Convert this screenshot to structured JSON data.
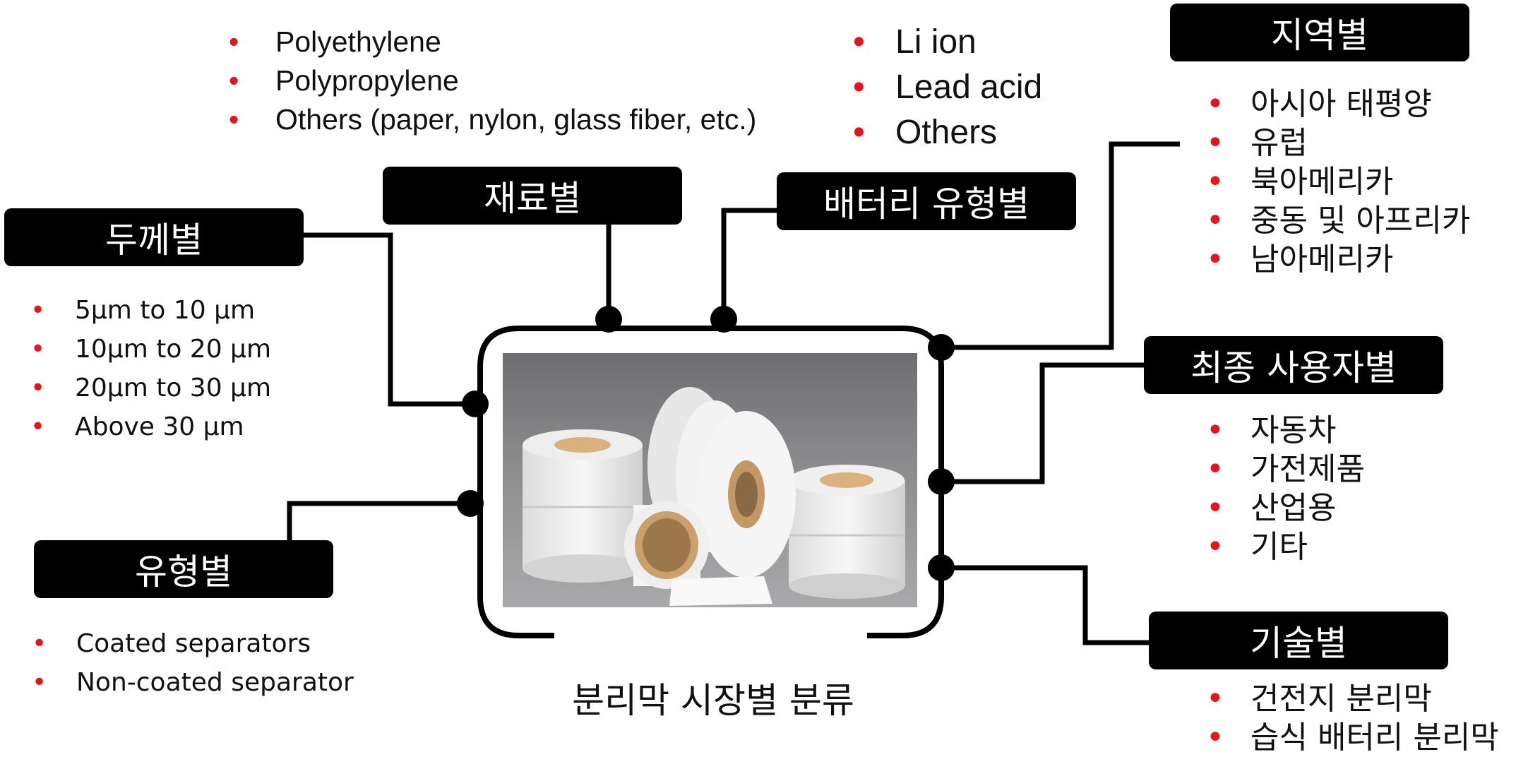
{
  "center": {
    "caption": "분리막 시장별 분류",
    "image_icon": "separator-rolls-image"
  },
  "categories": {
    "thickness": {
      "label": "두께별",
      "items": [
        "5µm to 10 µm",
        "10µm to 20 µm",
        "20µm to 30 µm",
        "Above 30 µm"
      ]
    },
    "material": {
      "label": "재료별",
      "items": [
        "Polyethylene",
        "Polypropylene",
        "Others (paper, nylon, glass fiber, etc.)"
      ]
    },
    "battery_type": {
      "label": "배터리 유형별",
      "items": [
        "Li ion",
        "Lead acid",
        "Others"
      ]
    },
    "region": {
      "label": "지역별",
      "items": [
        "아시아 태평양",
        "유럽",
        "북아메리카",
        "중동 및 아프리카",
        "남아메리카"
      ]
    },
    "end_user": {
      "label": "최종 사용자별",
      "items": [
        "자동차",
        "가전제품",
        "산업용",
        "기타"
      ]
    },
    "type": {
      "label": "유형별",
      "items": [
        "Coated separators",
        "Non-coated separator"
      ]
    },
    "technology": {
      "label": "기술별",
      "items": [
        "건전지 분리막",
        "습식 배터리 분리막"
      ]
    }
  },
  "colors": {
    "label_bg": "#000000",
    "label_text": "#ffffff",
    "bullet": "#e8141b",
    "line": "#000000"
  }
}
